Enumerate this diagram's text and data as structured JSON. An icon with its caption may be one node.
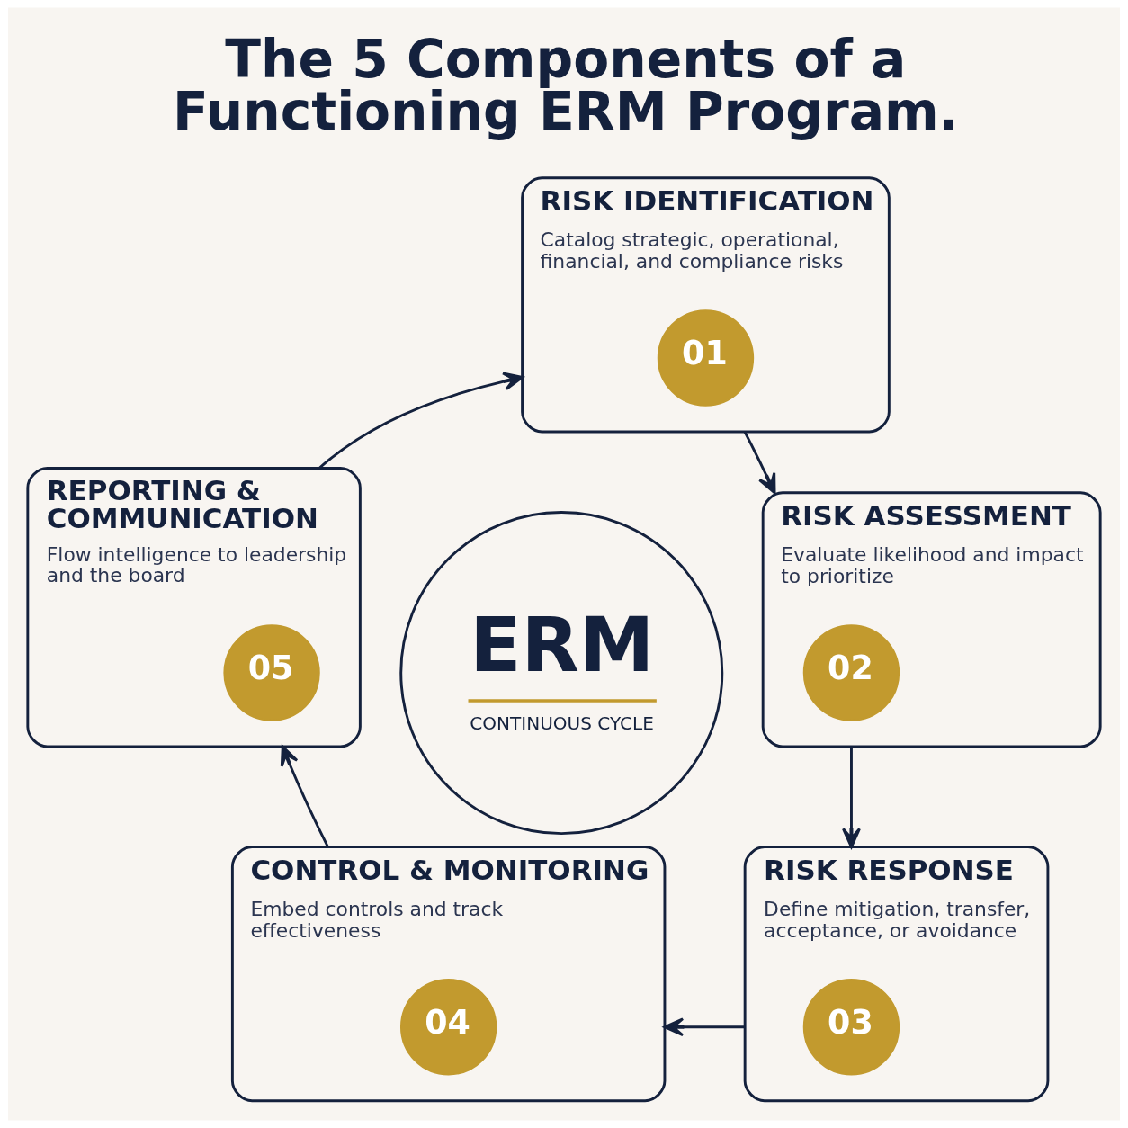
{
  "diagram": {
    "title": "The 5 Components of a Functioning ERM Program.",
    "nodes": [
      {
        "text": [
          "RISK IDENTIFICATION",
          "Catalog strategic, operational, financial, and compliance risks"
        ]
      },
      {
        "text": [
          "01"
        ],
        "in": 0
      },
      {
        "text": [
          "RISK ASSESSMENT",
          "Evaluate likelihood and impact to prioritize"
        ]
      },
      {
        "text": [
          "02"
        ],
        "in": 2
      },
      {
        "text": [
          "RISK RESPONSE",
          "Define mitigation, transfer, acceptance, or avoidance"
        ]
      },
      {
        "text": [
          "03"
        ],
        "in": 4
      },
      {
        "text": [
          "CONTROL & MONITORING",
          "Embed controls and track effectiveness"
        ]
      },
      {
        "text": [
          "04"
        ],
        "in": 6
      },
      {
        "text": [
          "REPORTING & COMMUNICATION",
          "Flow intelligence to leadership and the board"
        ]
      },
      {
        "text": [
          "05"
        ],
        "in": 8
      },
      {
        "text": [
          "ERM",
          "CONTINUOUS CYCLE"
        ]
      }
    ],
    "edges": [
      {
        "from": 0,
        "to": 2,
        "arrow": "to"
      },
      {
        "from": 2,
        "to": 4,
        "arrow": "to"
      },
      {
        "from": 4,
        "to": 6,
        "arrow": "to"
      },
      {
        "from": 6,
        "to": 8,
        "arrow": "to"
      },
      {
        "from": 8,
        "to": 0,
        "arrow": "to"
      }
    ]
  }
}
